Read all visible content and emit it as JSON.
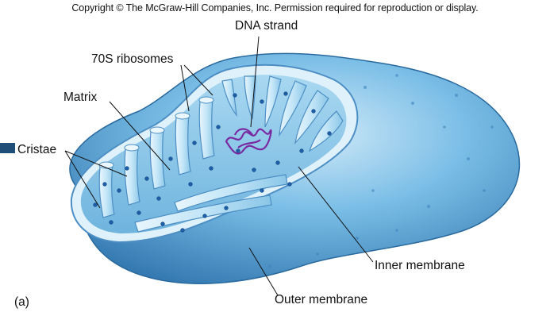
{
  "copyright": "Copyright © The McGraw-Hill Companies, Inc. Permission required for reproduction or display.",
  "labels": {
    "dna_strand": "DNA strand",
    "ribosomes": "70S ribosomes",
    "matrix": "Matrix",
    "cristae": "Cristae",
    "inner_membrane": "Inner membrane",
    "outer_membrane": "Outer membrane",
    "panel": "(a)"
  },
  "colors": {
    "outer_membrane": "#5aa3d6",
    "inner_membrane": "#b9e0f4",
    "matrix": "#8cc8e9",
    "ribosome": "#1c5ea8",
    "dna": "#7a2aa0",
    "slide_bar": "#1f4e79"
  }
}
